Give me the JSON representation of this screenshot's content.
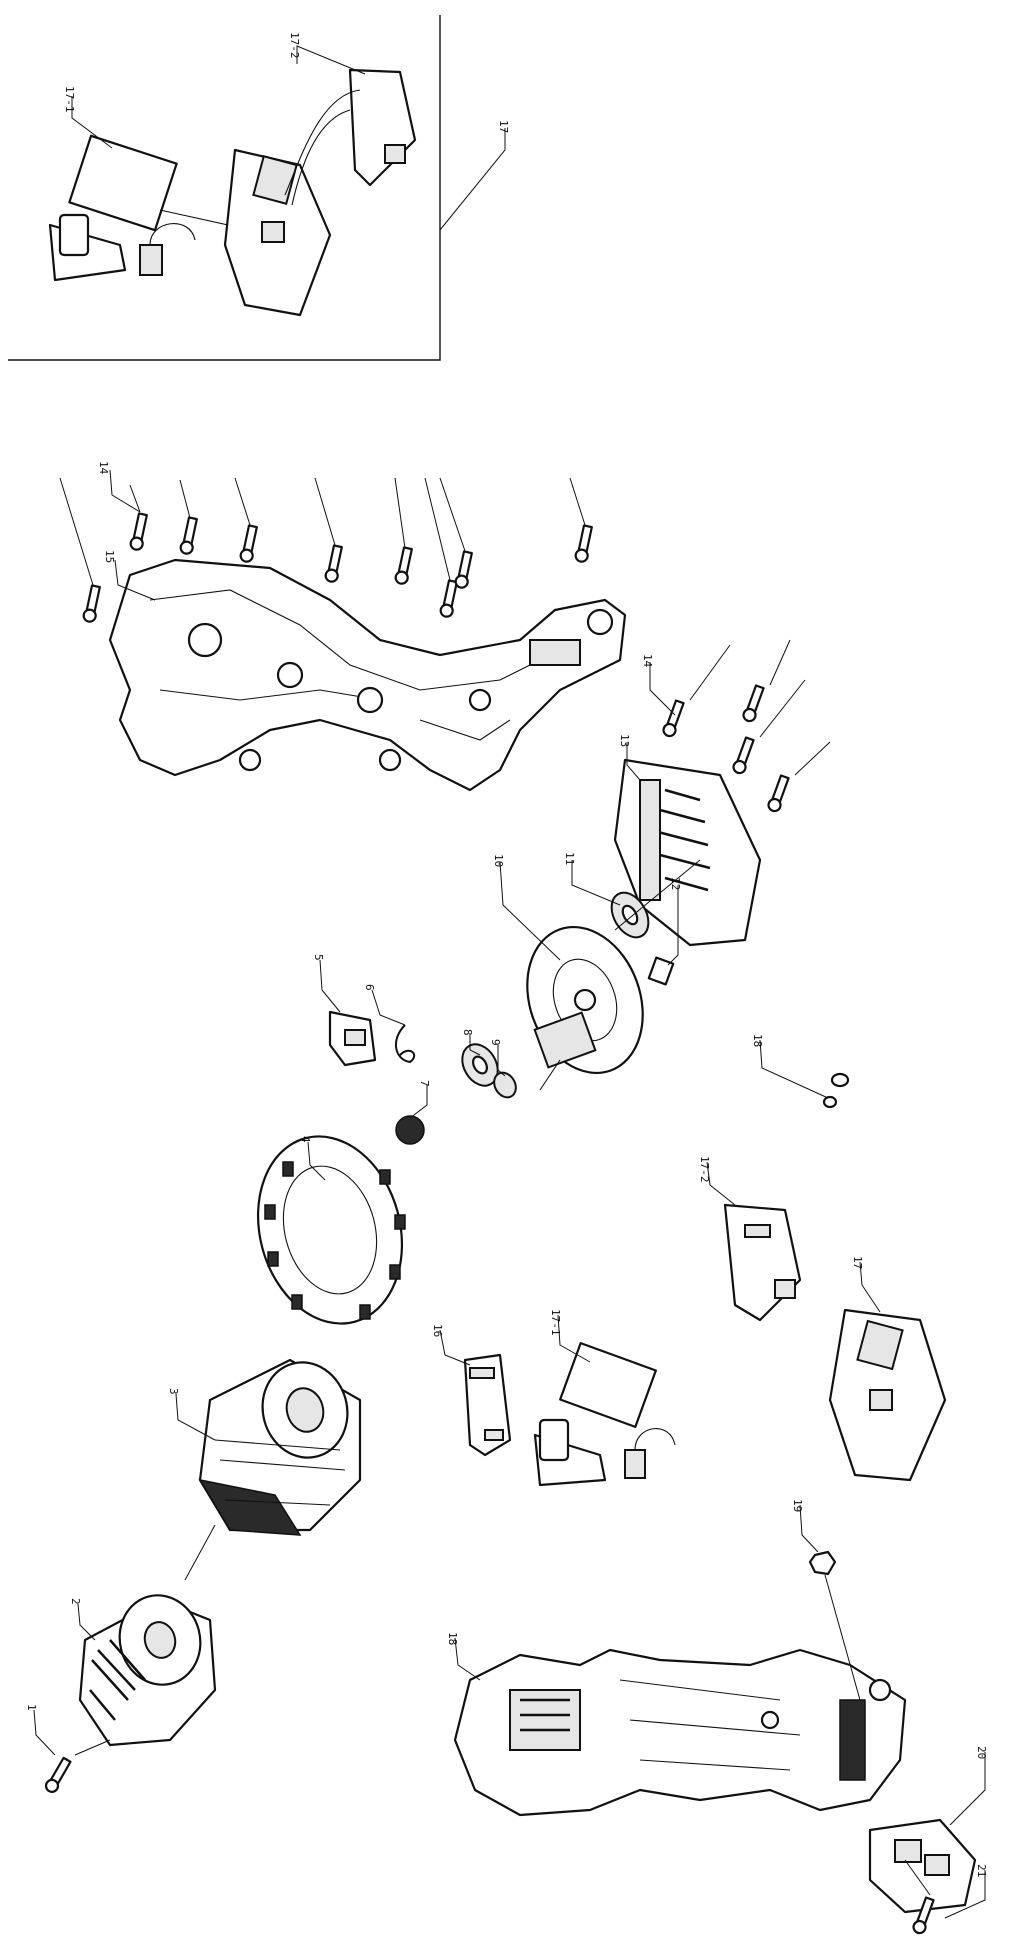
{
  "diagram": {
    "labels": {
      "p1": "1",
      "p2": "2",
      "p3": "3",
      "p4": "4",
      "p5": "5",
      "p6": "6",
      "p7": "7",
      "p8": "8",
      "p9": "9",
      "p10": "10",
      "p11": "11",
      "p12": "12",
      "p13": "13",
      "p14a": "14",
      "p14b": "14",
      "p15": "15",
      "p16": "16",
      "p17": "17",
      "p17_inset": "17",
      "p17_1": "17-1",
      "p17_1_inset": "17-1",
      "p17_2": "17-2",
      "p17_2_inset": "17-2",
      "p18": "18",
      "p19": "19",
      "p20": "20",
      "p21": "21",
      "p18b": "18"
    }
  }
}
